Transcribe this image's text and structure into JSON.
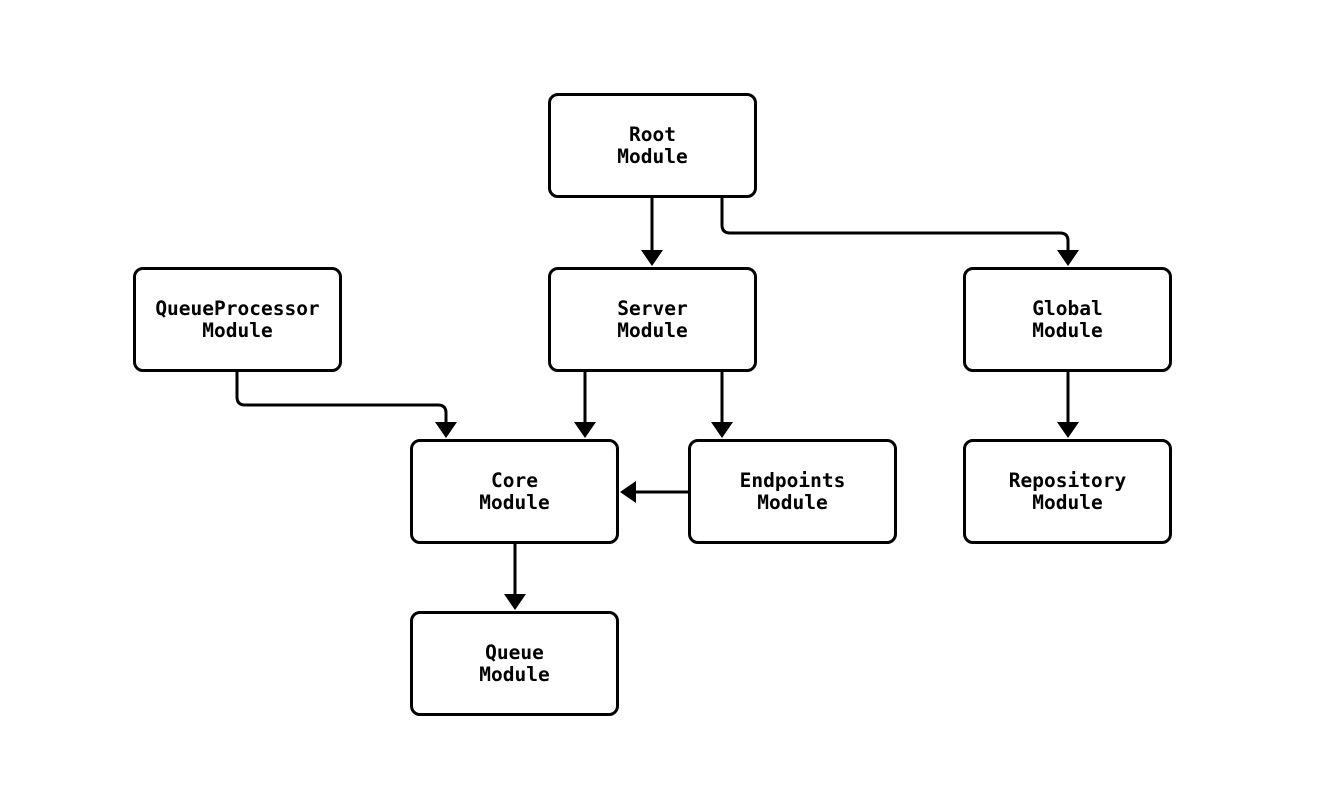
{
  "diagram": {
    "type": "flowchart",
    "background": "#ffffff",
    "nodes": [
      {
        "id": "root",
        "label": "Root\nModule"
      },
      {
        "id": "queueprocessor",
        "label": "QueueProcessor\nModule"
      },
      {
        "id": "server",
        "label": "Server\nModule"
      },
      {
        "id": "global",
        "label": "Global\nModule"
      },
      {
        "id": "core",
        "label": "Core\nModule"
      },
      {
        "id": "endpoints",
        "label": "Endpoints\nModule"
      },
      {
        "id": "repository",
        "label": "Repository\nModule"
      },
      {
        "id": "queue",
        "label": "Queue\nModule"
      }
    ],
    "edges": [
      {
        "from": "root",
        "to": "server"
      },
      {
        "from": "root",
        "to": "global"
      },
      {
        "from": "queueprocessor",
        "to": "core"
      },
      {
        "from": "server",
        "to": "core"
      },
      {
        "from": "server",
        "to": "endpoints"
      },
      {
        "from": "endpoints",
        "to": "core"
      },
      {
        "from": "global",
        "to": "repository"
      },
      {
        "from": "core",
        "to": "queue"
      }
    ],
    "colors": {
      "node_border": "#000000",
      "node_fill": "#ffffff",
      "edge": "#000000",
      "text": "#000000"
    }
  }
}
